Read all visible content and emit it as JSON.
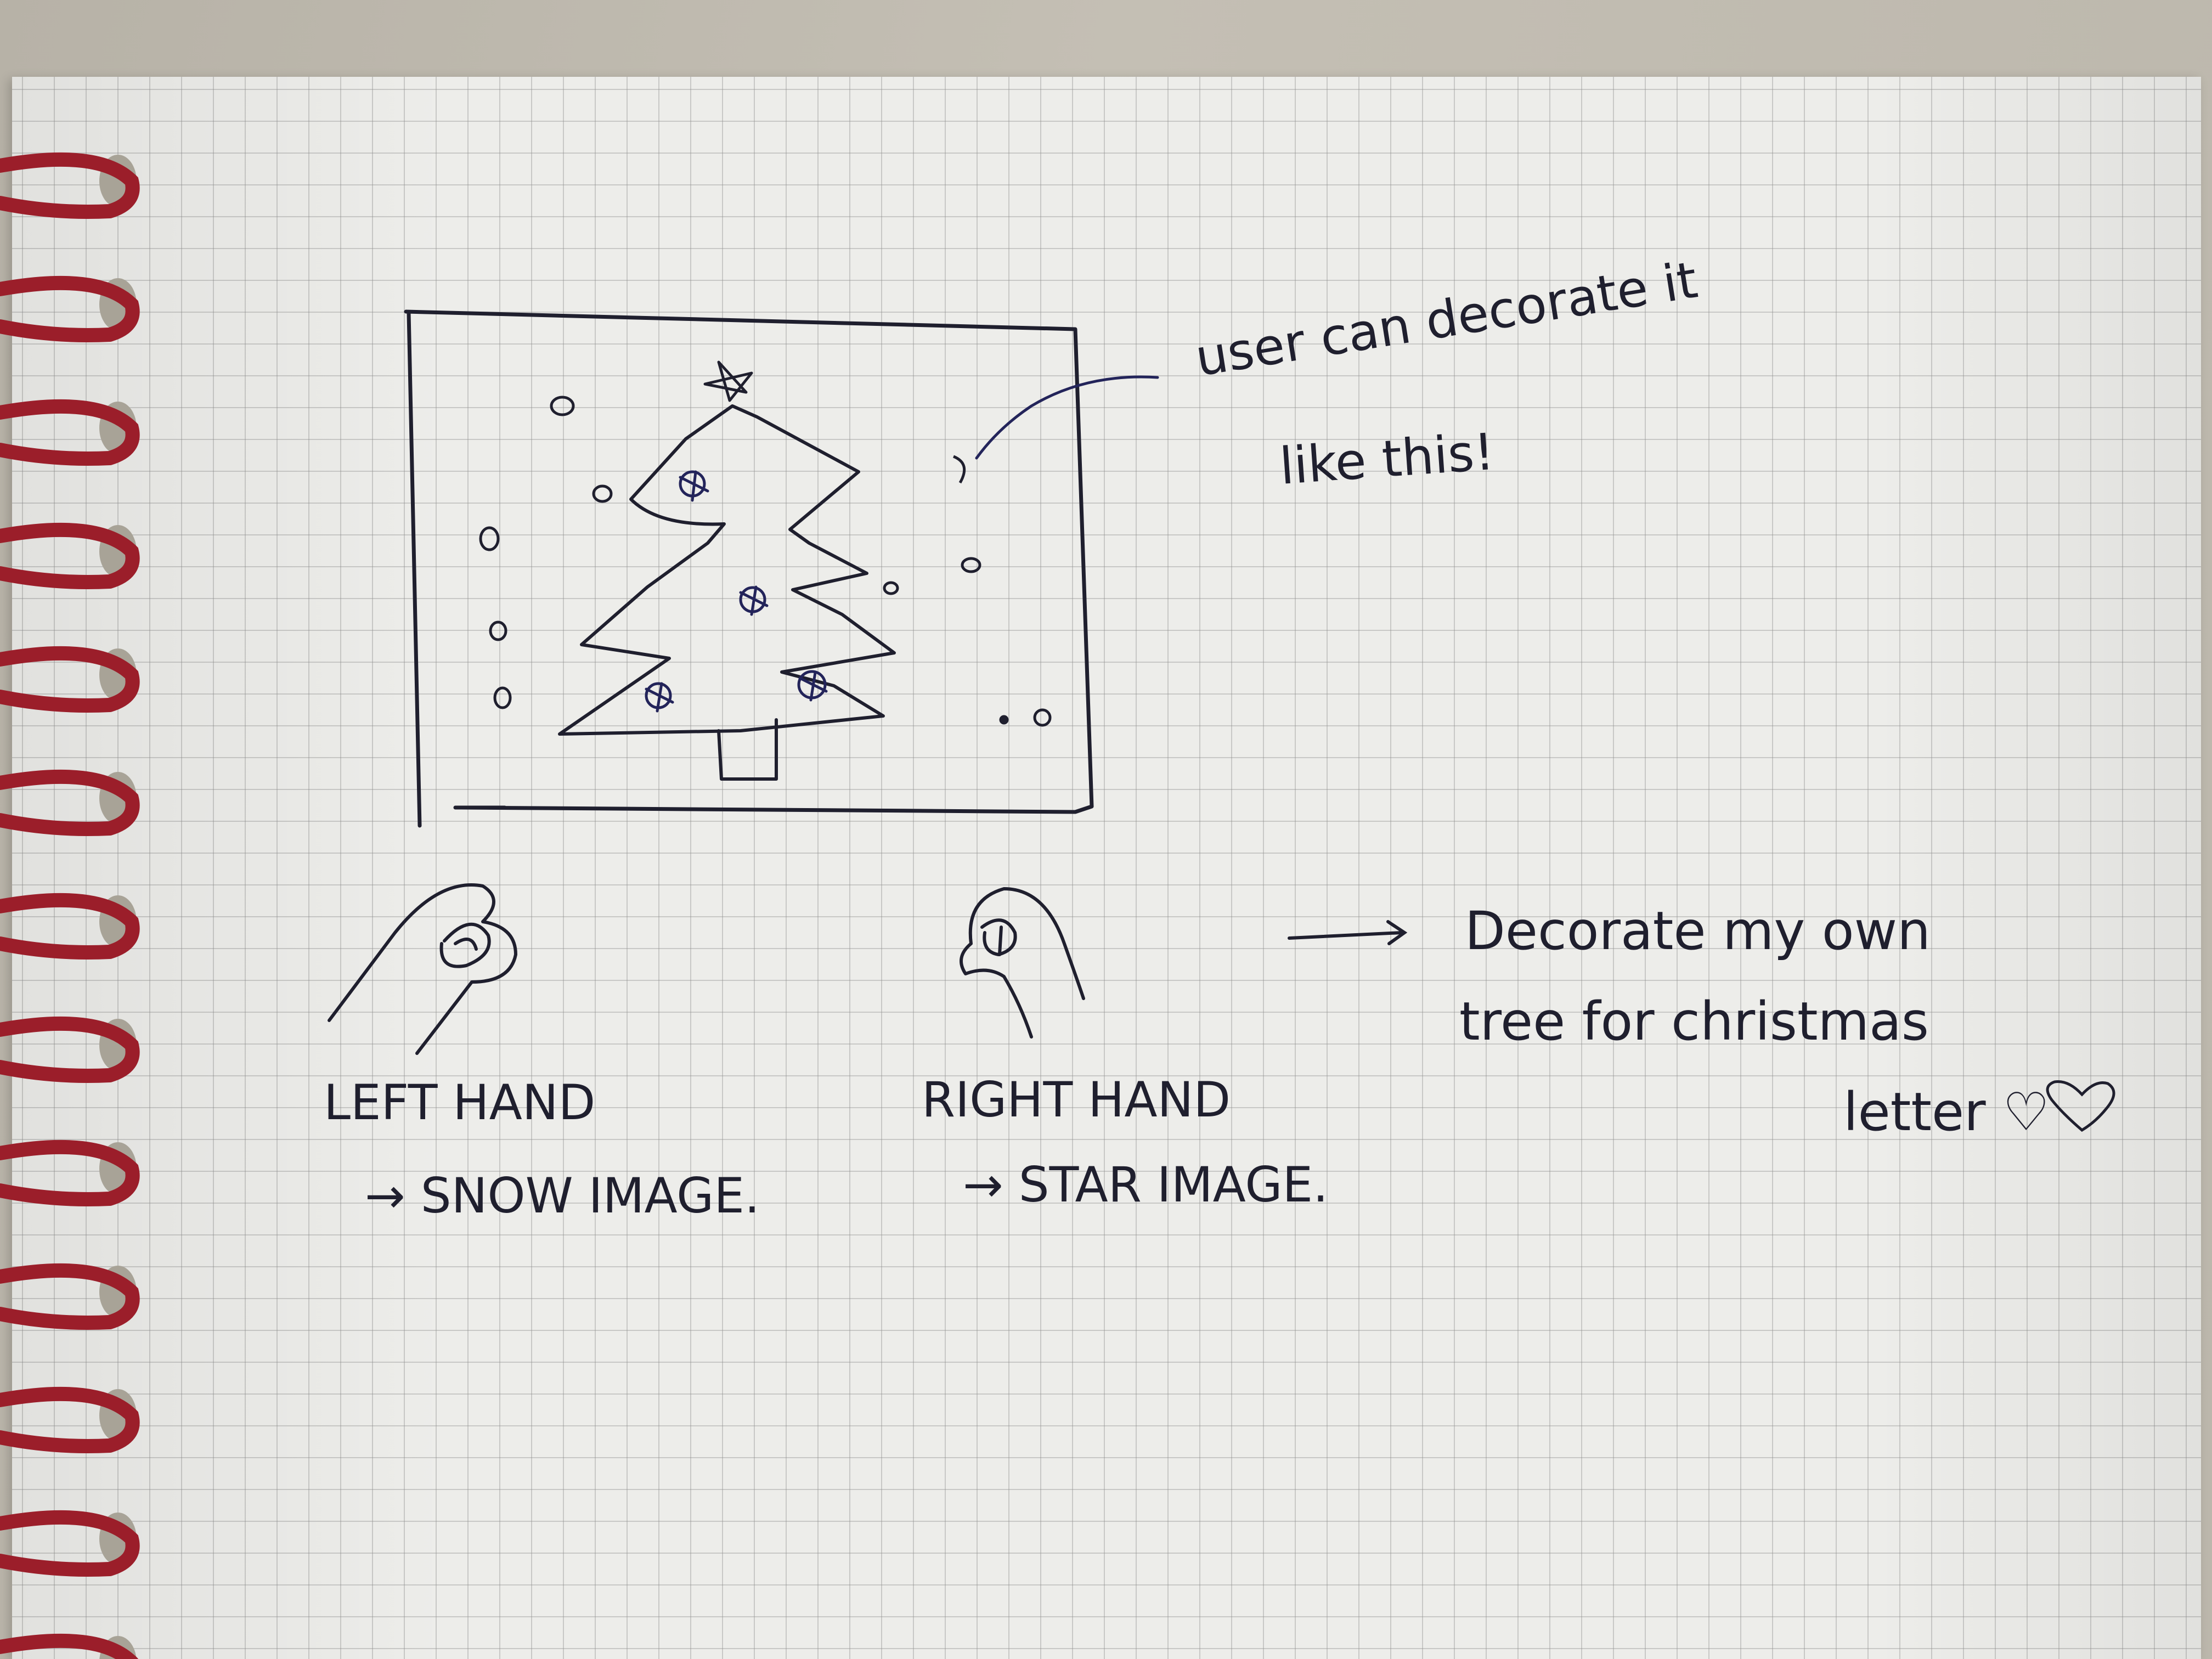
{
  "note": {
    "annotation_line1": "user can decorate it",
    "annotation_line2": "like this!",
    "left_gesture_label": "LEFT HAND",
    "left_gesture_result": "→ SNOW IMAGE.",
    "right_gesture_label": "RIGHT HAND",
    "right_gesture_result": "→ STAR IMAGE.",
    "goal_line1": "Decorate my own",
    "goal_line2": "tree for christmas",
    "goal_line3": "letter ♡"
  },
  "colors": {
    "ink": "#1f1f2e",
    "paper": "#ededea",
    "grid": "#8c8c8c",
    "spiral": "#9b1e2a"
  },
  "icons": {
    "tree": "christmas-tree-sketch",
    "left_gesture": "left-hand-gesture-sketch",
    "right_gesture": "right-hand-gesture-sketch",
    "heart": "heart-icon"
  }
}
